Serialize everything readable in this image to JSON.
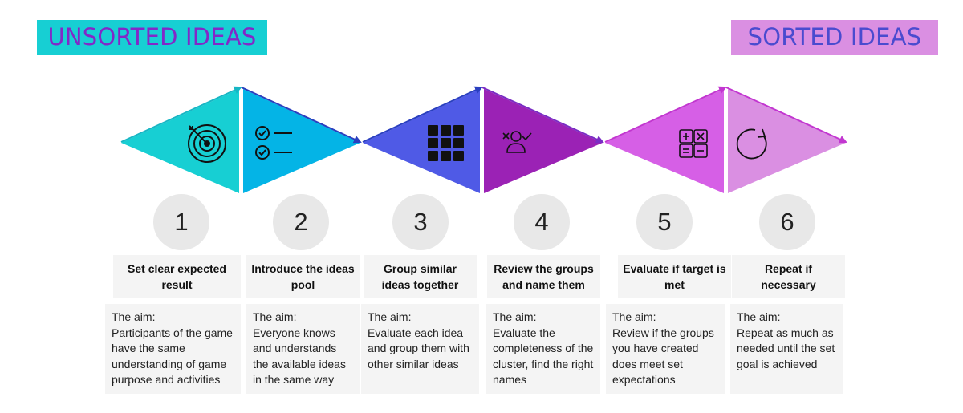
{
  "header": {
    "left_tag": "UNSORTED IDEAS",
    "right_tag": "SORTED IDEAS"
  },
  "colors": {
    "teal": "#17cfd3",
    "cyan": "#04b4e6",
    "indigo": "#4f5ae6",
    "purple": "#9b22b5",
    "magenta": "#d65fe6",
    "lilac": "#da8fe2"
  },
  "steps": [
    {
      "number": "1",
      "icon": "target-icon",
      "title": "Set clear expected result",
      "aim_label": "The aim:",
      "aim_text": "Participants of the game have the same understanding of game purpose and activities"
    },
    {
      "number": "2",
      "icon": "checklist-icon",
      "title": "Introduce the ideas pool",
      "aim_label": "The aim:",
      "aim_text": "Everyone knows and understands the available ideas in the same way"
    },
    {
      "number": "3",
      "icon": "grid-icon",
      "title": "Group similar ideas together",
      "aim_label": "The aim:",
      "aim_text": "Evaluate each idea and group them with other similar ideas"
    },
    {
      "number": "4",
      "icon": "person-review-icon",
      "title": "Review the groups and name them",
      "aim_label": "The aim:",
      "aim_text": "Evaluate the completeness of the cluster, find the right names"
    },
    {
      "number": "5",
      "icon": "calculator-icon",
      "title": "Evaluate if target is met",
      "aim_label": "The aim:",
      "aim_text": "Review if the groups you have created does meet set expectations"
    },
    {
      "number": "6",
      "icon": "refresh-icon",
      "title": "Repeat if necessary",
      "aim_label": "The aim:",
      "aim_text": "Repeat as much as needed until the set goal is achieved"
    }
  ]
}
